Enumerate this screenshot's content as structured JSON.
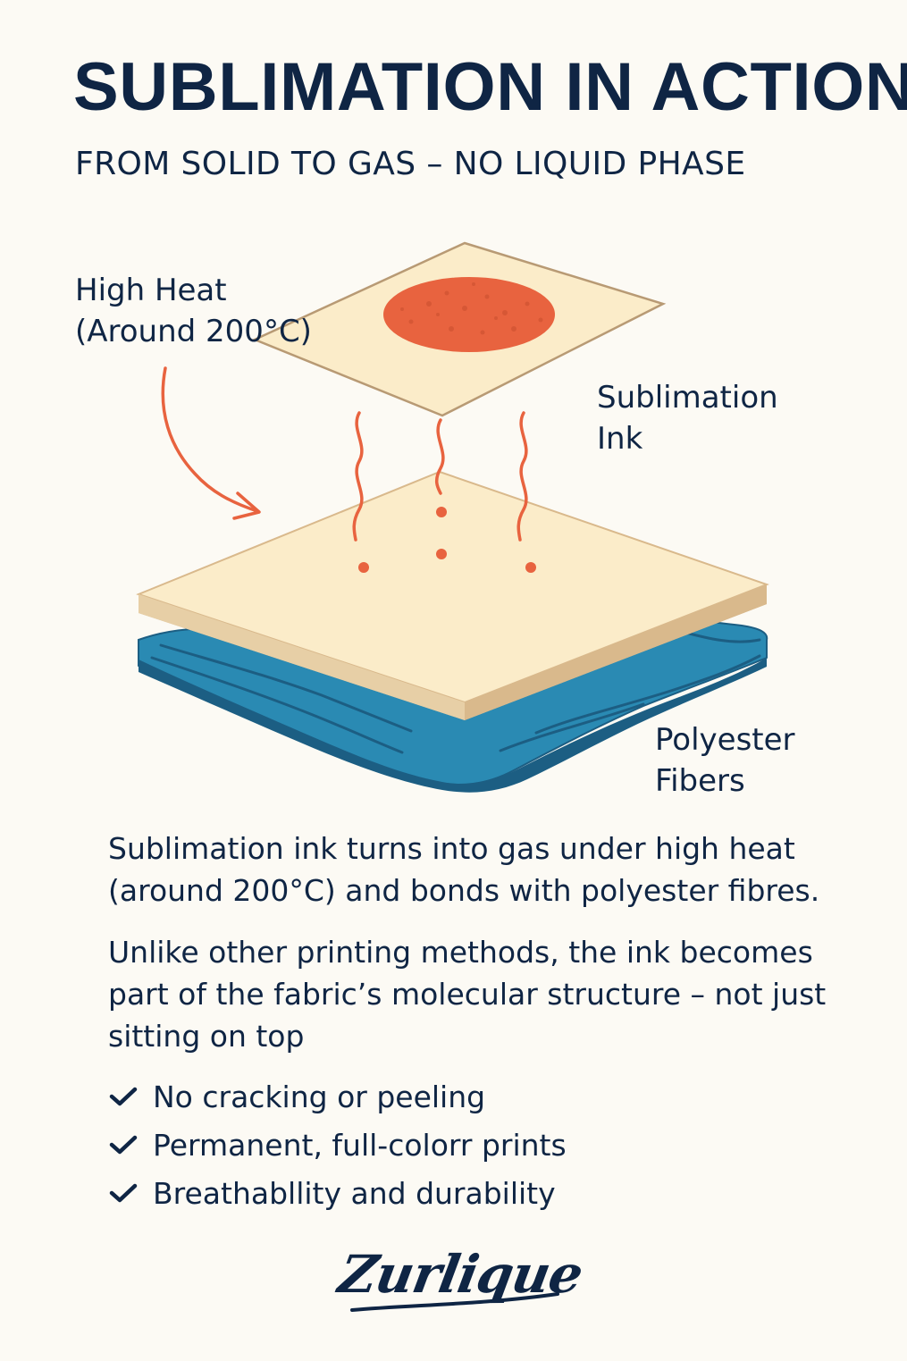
{
  "header": {
    "title": "SUBLIMATION IN ACTION",
    "subtitle": "FROM SOLID TO GAS – NO LIQUID PHASE"
  },
  "diagram": {
    "labels": {
      "heat": "High Heat\n(Around 200°C)",
      "ink": "Sublimation\nInk",
      "fibers": "Polyester\nFibers"
    },
    "colors": {
      "navy": "#0f2544",
      "ink_orange": "#e8633f",
      "paper": "#fbecc9",
      "paper_edge": "#d9b98c",
      "fabric_blue": "#2a8ab3",
      "fabric_dark": "#1c5e83"
    },
    "icons": [
      "curved-arrow-icon",
      "vapor-wave-icon"
    ]
  },
  "body": {
    "paragraph_1": "Sublimation ink turns into gas under high heat (around 200°C) and bonds with polyester fibres.",
    "paragraph_2": "Unlike other printing methods, the ink becomes part of the fabric’s molecular structure – not just sitting on top"
  },
  "checklist": {
    "icon": "checkmark-icon",
    "items": [
      "No cracking or peeling",
      "Permanent, full-colorr prints",
      "Breathabllity and durability"
    ]
  },
  "brand": {
    "logo_text": "Zurlique"
  }
}
